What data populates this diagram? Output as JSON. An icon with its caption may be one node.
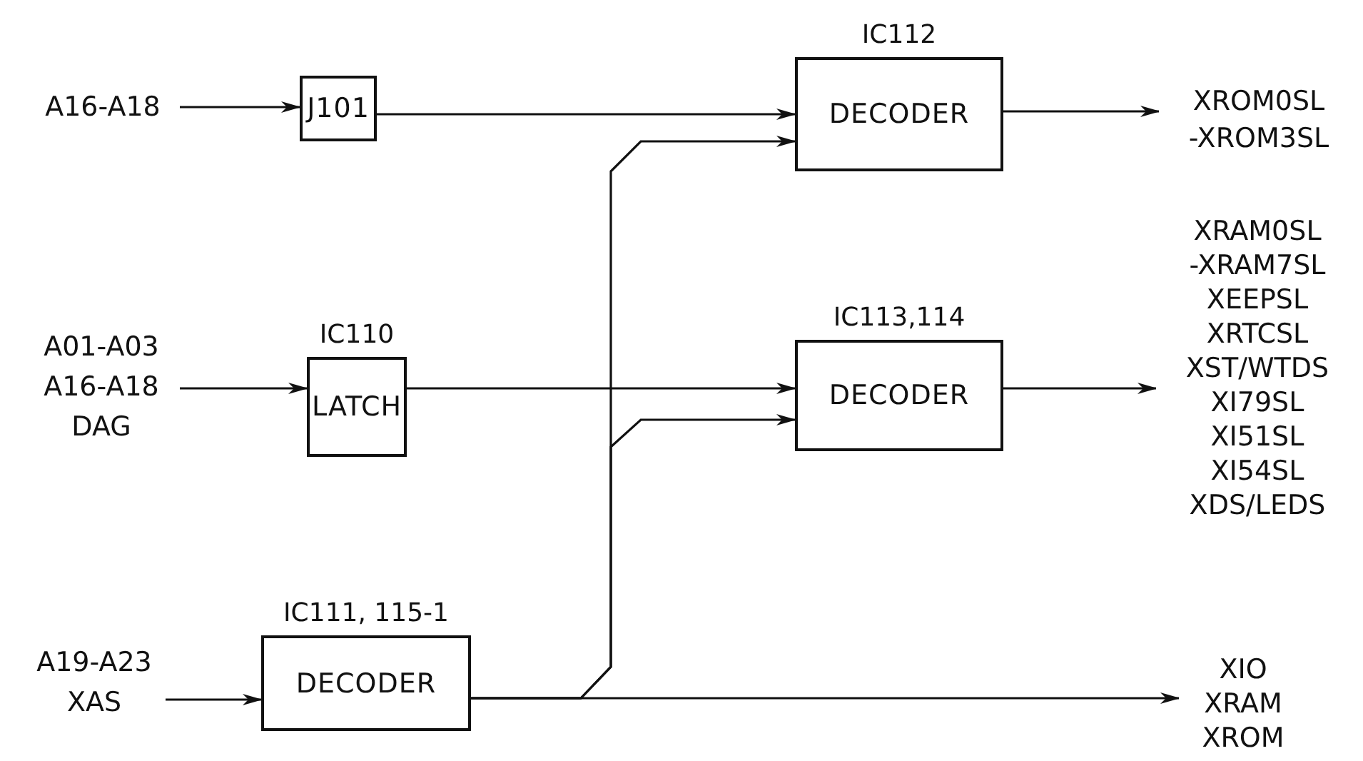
{
  "diagram": {
    "nodes": [
      {
        "text": [
          "A16-A18"
        ]
      },
      {
        "text": [
          "J101"
        ]
      },
      {
        "text": [
          "IC112",
          "DECODER"
        ]
      },
      {
        "text": [
          "XROM0SL -XROM3SL"
        ]
      },
      {
        "text": [
          "A01-A03 A16-A18 DAG"
        ]
      },
      {
        "text": [
          "IC110",
          "LATCH"
        ]
      },
      {
        "text": [
          "IC113,114",
          "DECODER"
        ]
      },
      {
        "text": [
          "XRAM0SL -XRAM7SL XEEPSL XRTCSL XST/WTDS XI79SL XI51SL XI54SL XDS/LEDS"
        ]
      },
      {
        "text": [
          "A19-A23 XAS"
        ]
      },
      {
        "text": [
          "IC111, 115-1",
          "DECODER"
        ]
      },
      {
        "text": [
          "XIO XRAM XROM"
        ]
      }
    ],
    "edges": [
      {
        "from": 0,
        "to": 1,
        "arrow": "to"
      },
      {
        "from": 1,
        "to": 2,
        "arrow": "to"
      },
      {
        "from": 2,
        "to": 3,
        "arrow": "to"
      },
      {
        "from": 4,
        "to": 5,
        "arrow": "to"
      },
      {
        "from": 5,
        "to": 6,
        "arrow": "to"
      },
      {
        "from": 6,
        "to": 7,
        "arrow": "to"
      },
      {
        "from": 8,
        "to": 9,
        "arrow": "to"
      },
      {
        "from": 9,
        "to": 2,
        "arrow": "to"
      },
      {
        "from": 9,
        "to": 6,
        "arrow": "to"
      },
      {
        "from": 9,
        "to": 10,
        "arrow": "to"
      }
    ]
  }
}
